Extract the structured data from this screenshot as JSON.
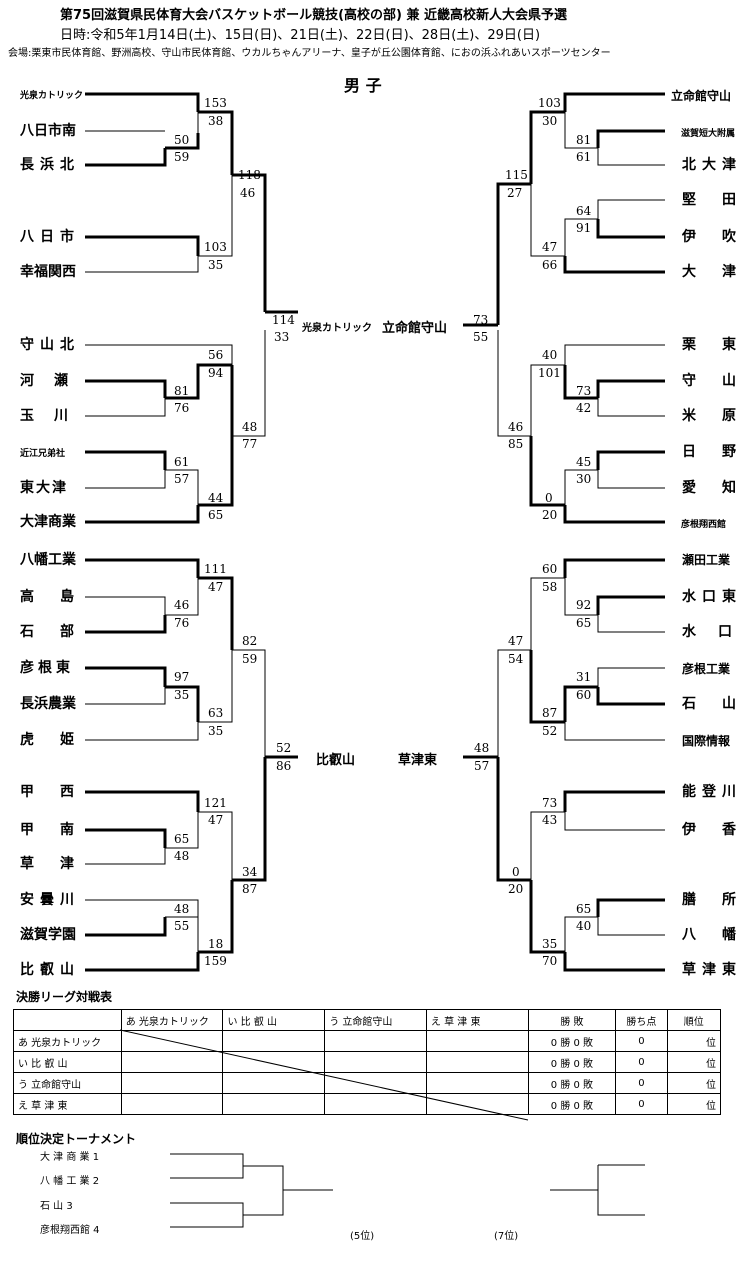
{
  "header": {
    "title": "第75回滋賀県民体育大会バスケットボール競技(高校の部) 兼 近畿高校新人大会県予選",
    "dates": "日時:令和5年1月14日(土)、15日(日)、21日(土)、22日(日)、28日(土)、29日(日)",
    "venues": "会場:栗東市民体育館、野洲高校、守山市民体育館、ウカルちゃんアリーナ、皇子が丘公園体育館、におの浜ふれあいスポーツセンター",
    "division": "男 子"
  },
  "left_teams": [
    "光泉カトリック",
    "八日市南",
    "長浜北",
    "八日市",
    "幸福関西",
    "守山北",
    "河瀬",
    "玉川",
    "近江兄弟社",
    "東大津",
    "大津商業",
    "八幡工業",
    "高島",
    "石部",
    "彦根東",
    "長浜農業",
    "虎姫",
    "甲西",
    "甲南",
    "草津",
    "安曇川",
    "滋賀学園",
    "比叡山"
  ],
  "right_teams": [
    "立命館守山",
    "滋賀短大附属",
    "北大津",
    "堅田",
    "伊吹",
    "大津",
    "栗東",
    "守山",
    "米原",
    "日野",
    "愛知",
    "彦根翔西館",
    "瀬田工業",
    "水口東",
    "水口",
    "彦根工業",
    "石山",
    "国際情報",
    "能登川",
    "伊香",
    "膳所",
    "八幡",
    "草津東"
  ],
  "left_scores": [
    [
      "153",
      "38"
    ],
    [
      "50",
      "59"
    ],
    [
      "118",
      "46"
    ],
    [
      "103",
      "35"
    ],
    [
      "114",
      "33"
    ],
    [
      "56",
      "94"
    ],
    [
      "81",
      "76"
    ],
    [
      "48",
      "77"
    ],
    [
      "61",
      "57"
    ],
    [
      "44",
      "65"
    ],
    [
      "111",
      "47"
    ],
    [
      "46",
      "76"
    ],
    [
      "82",
      "59"
    ],
    [
      "97",
      "35"
    ],
    [
      "63",
      "35"
    ],
    [
      "52",
      "86"
    ],
    [
      "121",
      "47"
    ],
    [
      "65",
      "48"
    ],
    [
      "34",
      "87"
    ],
    [
      "48",
      "55"
    ],
    [
      "18",
      "159"
    ]
  ],
  "right_scores": [
    [
      "103",
      "30"
    ],
    [
      "81",
      "61"
    ],
    [
      "115",
      "27"
    ],
    [
      "64",
      "91"
    ],
    [
      "47",
      "66"
    ],
    [
      "73",
      "55"
    ],
    [
      "40",
      "101"
    ],
    [
      "73",
      "42"
    ],
    [
      "46",
      "85"
    ],
    [
      "45",
      "30"
    ],
    [
      "0",
      "20"
    ],
    [
      "60",
      "58"
    ],
    [
      "92",
      "65"
    ],
    [
      "47",
      "54"
    ],
    [
      "31",
      "60"
    ],
    [
      "87",
      "52"
    ],
    [
      "48",
      "57"
    ],
    [
      "73",
      "43"
    ],
    [
      "0",
      "20"
    ],
    [
      "65",
      "40"
    ],
    [
      "35",
      "70"
    ]
  ],
  "finalists": {
    "top_left": "光泉カトリック",
    "top_right": "立命館守山",
    "bottom_left": "比叡山",
    "bottom_right": "草津東"
  },
  "league": {
    "title": "決勝リーグ対戦表",
    "headers": [
      "あ 光泉カトリック",
      "い 比 叡 山",
      "う 立命館守山",
      "え 草 津 東",
      "勝 敗",
      "勝ち点",
      "順位"
    ],
    "rows": [
      {
        "label": "あ 光泉カトリック",
        "record": "0 勝 0 敗",
        "points": "0",
        "rank": "位"
      },
      {
        "label": "い 比 叡 山",
        "record": "0 勝 0 敗",
        "points": "0",
        "rank": "位"
      },
      {
        "label": "う 立命館守山",
        "record": "0 勝 0 敗",
        "points": "0",
        "rank": "位"
      },
      {
        "label": "え 草 津 東",
        "record": "0 勝 0 敗",
        "points": "0",
        "rank": "位"
      }
    ]
  },
  "placement": {
    "title": "順位決定トーナメント",
    "entries": [
      "大 津 商 業 1",
      "八 幡 工 業 2",
      "石 山 3",
      "彦根翔西館 4"
    ],
    "fifth": "(5位)",
    "seventh": "(7位)"
  }
}
